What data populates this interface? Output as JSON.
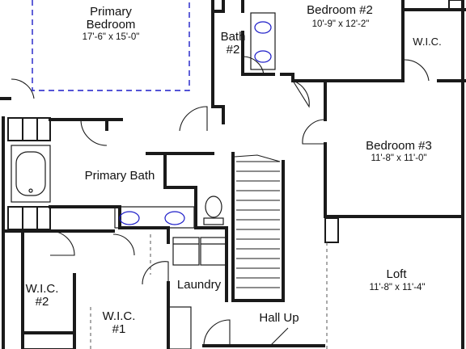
{
  "plan": {
    "rooms": [
      {
        "id": "primary_bedroom",
        "name_line1": "Primary",
        "name_line2": "Bedroom",
        "size": "17'-6\" x 15'-0\""
      },
      {
        "id": "bath2",
        "name_line1": "Bath",
        "name_line2": "#2"
      },
      {
        "id": "bedroom2",
        "name": "Bedroom #2",
        "size": "10'-9\" x 12'-2\""
      },
      {
        "id": "wic_right",
        "name": "W.I.C."
      },
      {
        "id": "bedroom3",
        "name": "Bedroom #3",
        "size": "11'-8\" x 11'-0\""
      },
      {
        "id": "primary_bath",
        "name": "Primary Bath"
      },
      {
        "id": "loft",
        "name": "Loft",
        "size": "11'-8\" x 11'-4\""
      },
      {
        "id": "laundry",
        "name": "Laundry"
      },
      {
        "id": "wic2",
        "name_line1": "W.I.C.",
        "name_line2": "#2"
      },
      {
        "id": "wic1",
        "name_line1": "W.I.C.",
        "name_line2": "#1"
      },
      {
        "id": "hall",
        "name": "Hall Up"
      }
    ]
  }
}
